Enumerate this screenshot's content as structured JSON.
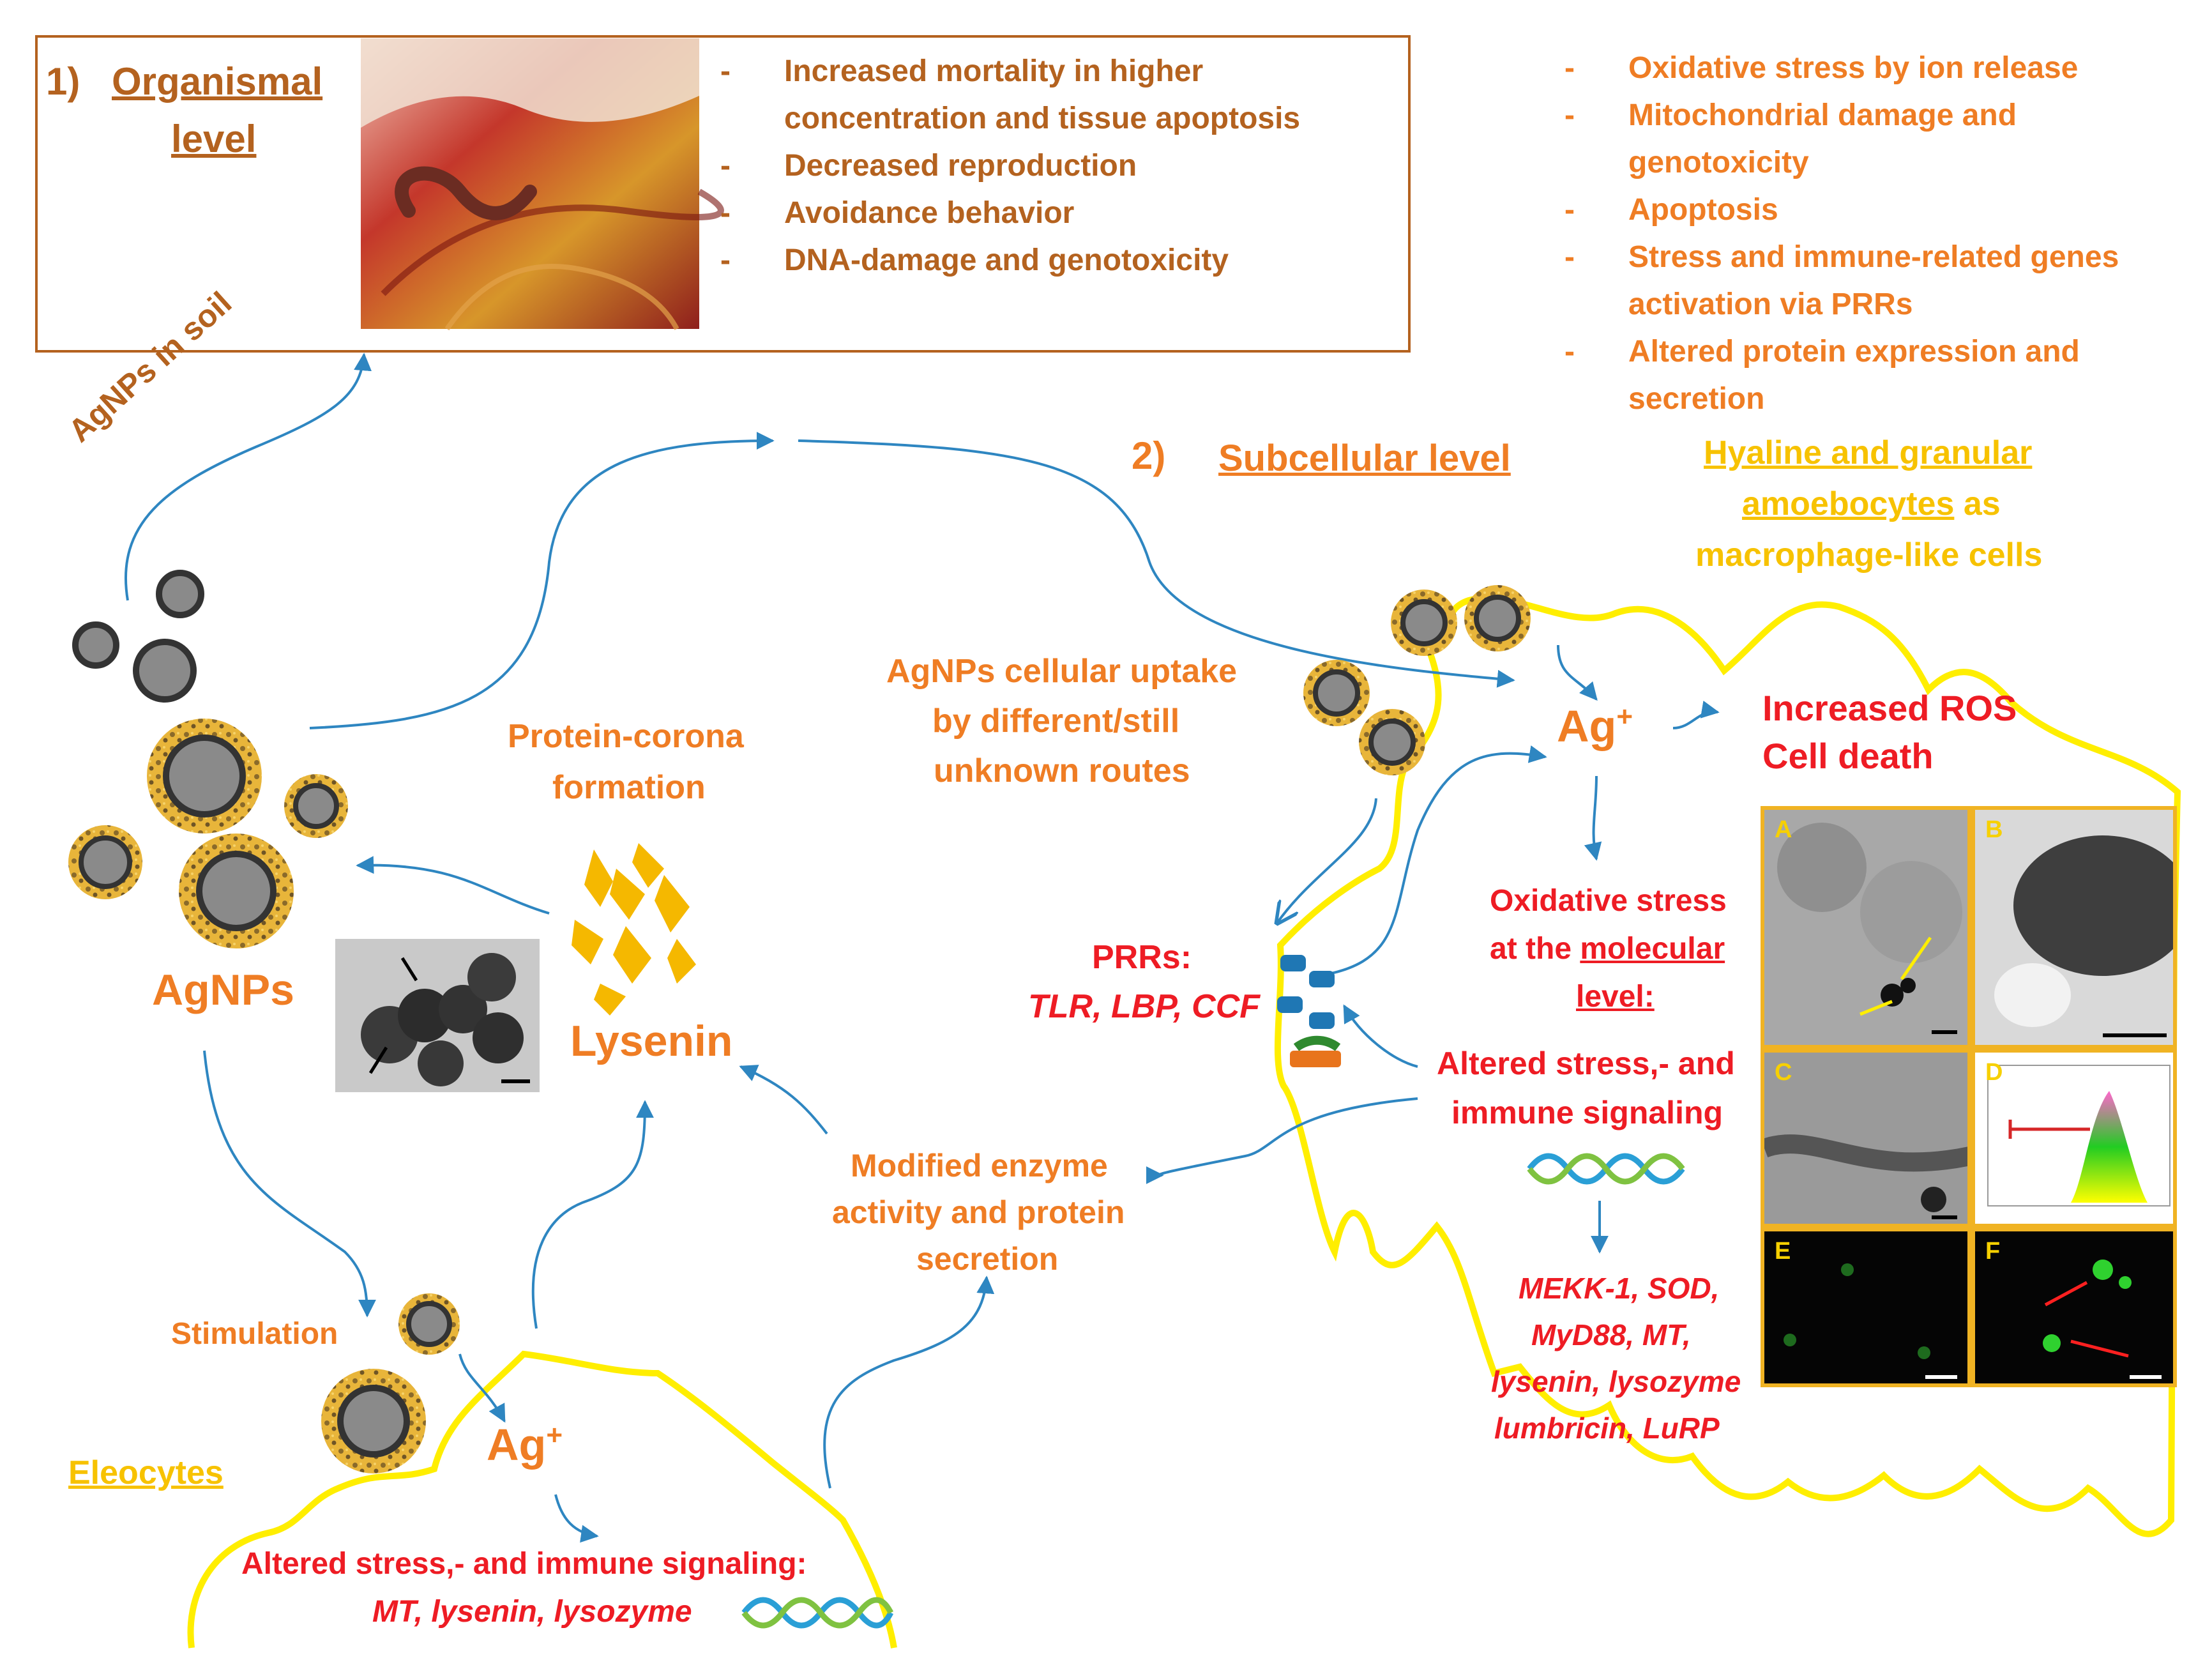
{
  "organismal": {
    "number": "1)",
    "title_line1": "Organismal",
    "title_line2": "level",
    "effects": [
      "Increased mortality in higher",
      "concentration and tissue apoptosis",
      "Decreased reproduction",
      "Avoidance behavior",
      "DNA-damage and genotoxicity"
    ]
  },
  "subcellular_effects": [
    "Oxidative stress by ion release",
    "Mitochondrial damage and",
    "genotoxicity",
    "Apoptosis",
    "Stress and immune-related genes",
    "activation via PRRs",
    "Altered protein expression and",
    "secretion"
  ],
  "subcellular": {
    "number": "2)",
    "title": "Subcellular level"
  },
  "amoebocytes": {
    "line1": "Hyaline and granular",
    "line2_underlined": "amoebocytes",
    "line2_rest": " as",
    "line3": "macrophage-like cells"
  },
  "labels": {
    "agnps_in_soil": "AgNPs in soil",
    "agnps": "AgNPs",
    "protein_corona_1": "Protein-corona",
    "protein_corona_2": "formation",
    "lysenin": "Lysenin",
    "uptake_1": "AgNPs cellular uptake",
    "uptake_2": "by different/still",
    "uptake_3": "unknown routes",
    "prrs_title": "PRRs:",
    "prrs_list": "TLR, LBP, CCF",
    "ag_ion": "Ag",
    "ag_charge": "+",
    "ros_1": "Increased ROS",
    "ros_2": "Cell death",
    "ox_1": "Oxidative stress",
    "ox_2_pre": "at the ",
    "ox_2_ul": "molecular",
    "ox_3": "level:",
    "altered_1": "Altered stress,- and",
    "altered_2": "immune signaling",
    "genes_1": "MEKK-1, SOD,",
    "genes_2": "MyD88, MT,",
    "genes_3": "lysenin, lysozyme",
    "genes_4": "lumbricin, LuRP",
    "modified_1": "Modified enzyme",
    "modified_2": "activity and protein",
    "modified_3": "secretion",
    "stimulation": "Stimulation",
    "eleocytes": "Eleocytes",
    "eleo_signal": "Altered stress,- and immune signaling:",
    "eleo_genes": "MT, lysenin, lysozyme"
  },
  "micro_panels": [
    "A",
    "B",
    "C",
    "D",
    "E",
    "F"
  ],
  "icons": [
    "earthworm-photo",
    "tem-micrograph",
    "dna-helix-icon",
    "receptor-icon",
    "lysenin-protein-icon",
    "nanoparticle-icon"
  ],
  "colors": {
    "brown": "#b4621f",
    "orange": "#ef7d24",
    "red": "#ee1c24",
    "yellow_text": "#f7c200",
    "cell_membrane": "#ffee00",
    "arrow": "#2e86c1",
    "panel_border": "#f0b323"
  }
}
